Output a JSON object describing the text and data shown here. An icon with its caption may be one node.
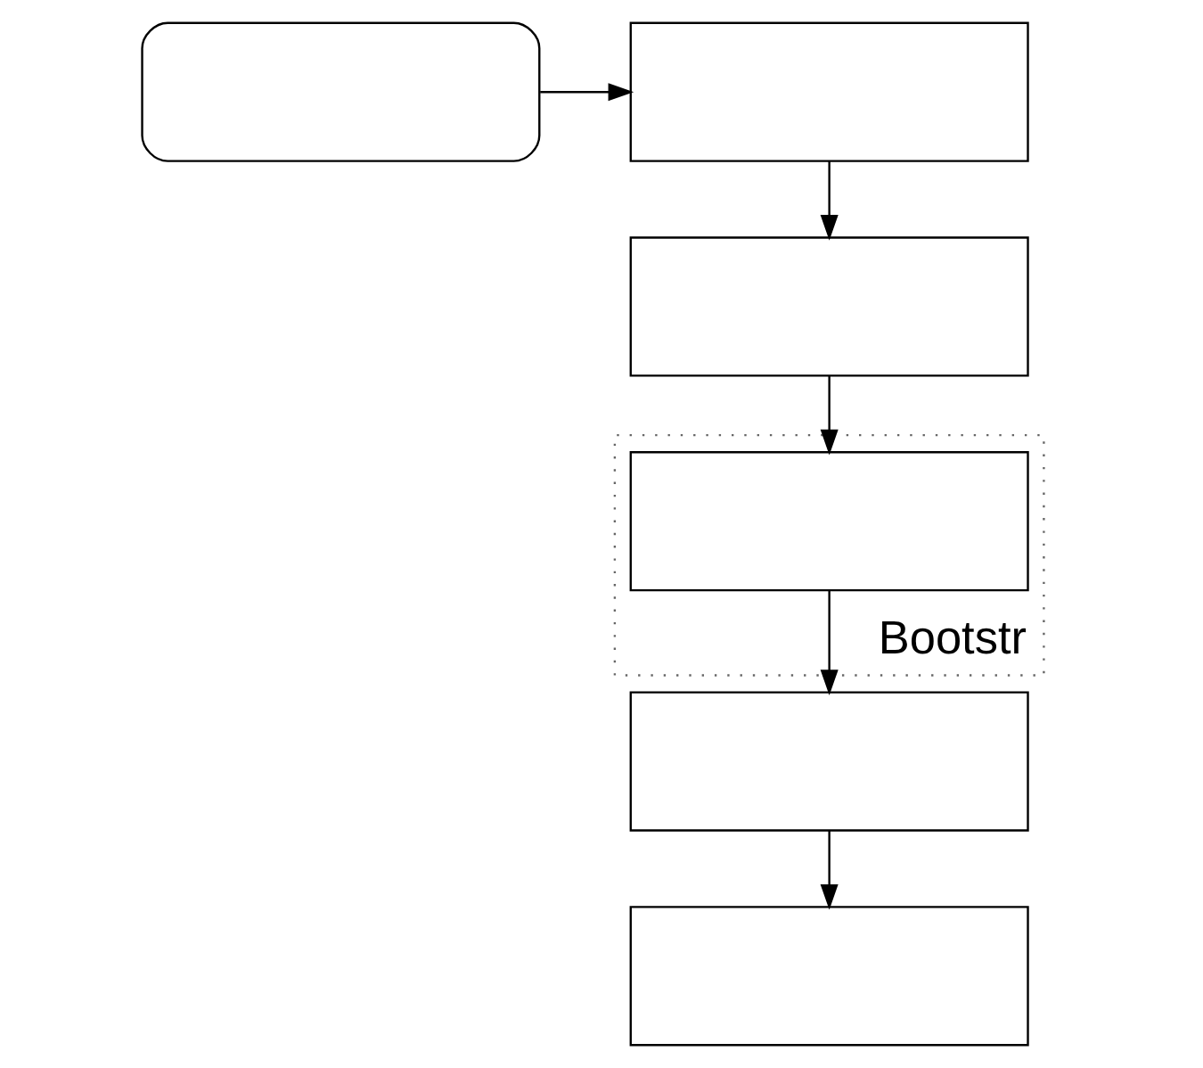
{
  "diagram": {
    "nodes": [
      {
        "text": [],
        "shape": "storage"
      },
      {
        "text": [],
        "shape": "box"
      },
      {
        "text": [],
        "shape": "box"
      },
      {
        "text": [
          "Bootstr"
        ]
      },
      {
        "text": [],
        "shape": "box",
        "in": 3
      },
      {
        "text": [],
        "shape": "box"
      },
      {
        "text": [],
        "shape": "box"
      }
    ],
    "edges": [
      {
        "from": 0,
        "to": 1,
        "arrow": "to"
      },
      {
        "from": 1,
        "to": 2,
        "arrow": "to"
      },
      {
        "from": 2,
        "to": 4,
        "arrow": "to"
      },
      {
        "from": 4,
        "to": 5,
        "arrow": "to"
      },
      {
        "from": 5,
        "to": 6,
        "arrow": "to"
      }
    ]
  }
}
